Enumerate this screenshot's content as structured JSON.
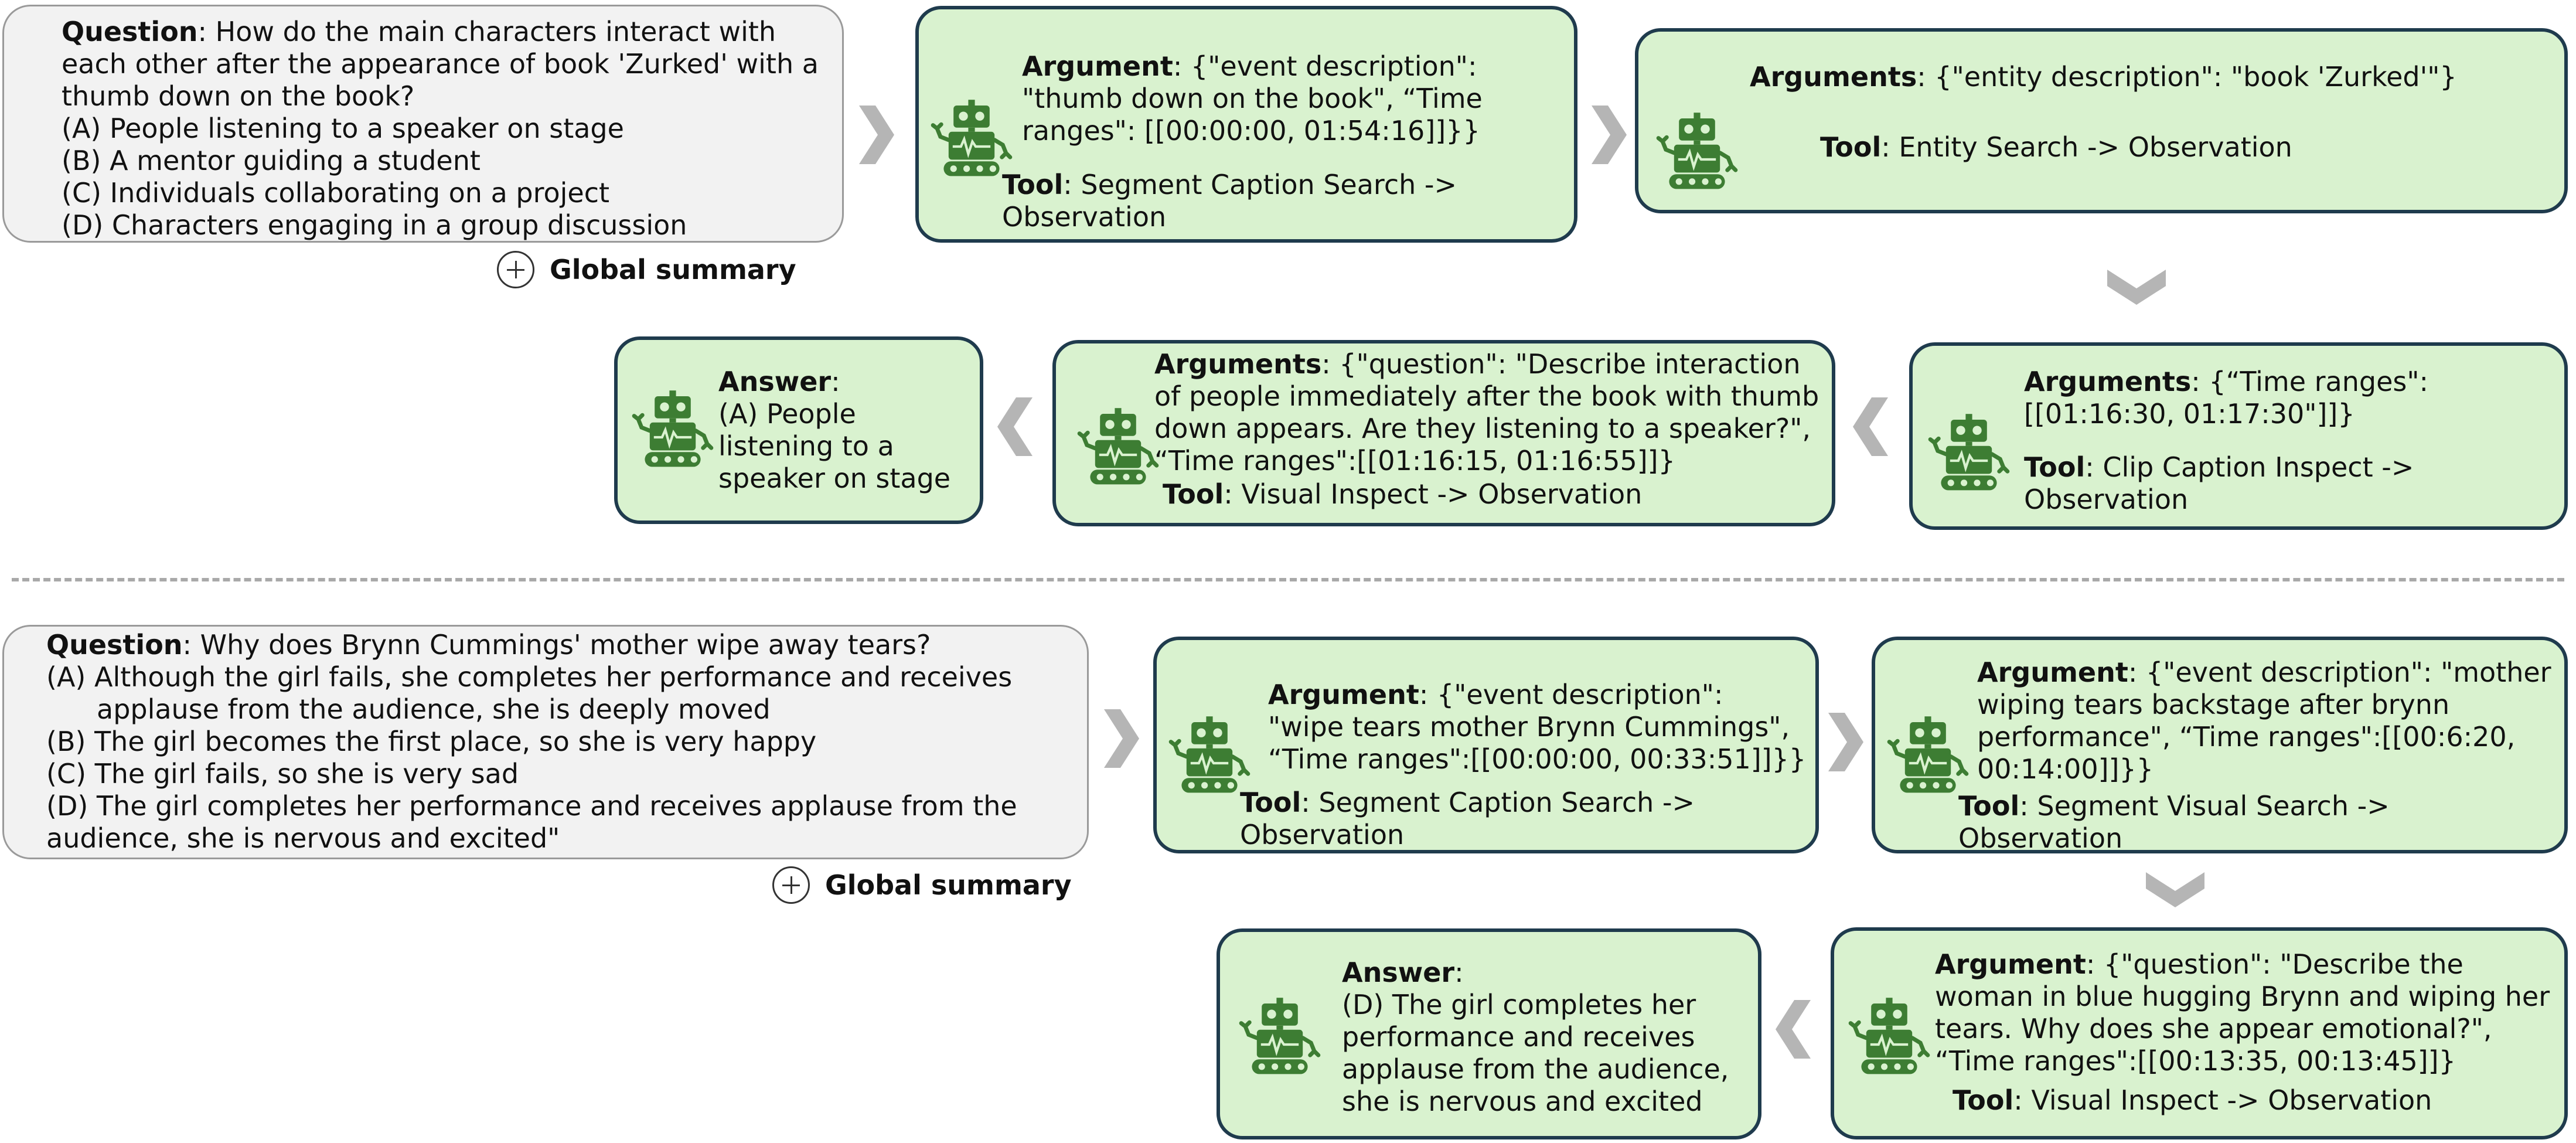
{
  "colors": {
    "step_fill": "#d9f2cf",
    "step_border": "#1f3b4d",
    "question_fill": "#f2f2f2",
    "robot": "#3d7d33",
    "chevron": "#b5b5b5"
  },
  "top": {
    "question": {
      "label": "Question",
      "text": ": How do the main characters interact with each other after the appearance of book 'Zurked' with a thumb down on the book?",
      "options": [
        "(A) People listening to a speaker on stage",
        "(B) A mentor guiding a student",
        "(C) Individuals collaborating on a project",
        "(D) Characters engaging in a group discussion"
      ]
    },
    "global_summary": "Global summary",
    "step1": {
      "arg_label": "Argument",
      "arg_text": ": {\"event description\": \"thumb down on the book\", “Time ranges\": [[00:00:00, 01:54:16]]}}",
      "tool_label": "Tool",
      "tool_text": ": Segment Caption Search -> Observation"
    },
    "step2": {
      "arg_label": "Arguments",
      "arg_text": ": {\"entity description\": \"book 'Zurked'\"}",
      "tool_label": "Tool",
      "tool_text": ": Entity Search -> Observation"
    },
    "step3": {
      "arg_label": "Arguments",
      "arg_text": ": {“Time ranges\":[[01:16:30,  01:17:30\"]]}",
      "tool_label": "Tool",
      "tool_text": ": Clip Caption Inspect -> Observation"
    },
    "step4": {
      "arg_label": "Arguments",
      "arg_text": ": {\"question\": \"Describe interaction of people immediately after the book with thumb down appears. Are they listening to a speaker?\", “Time ranges\":[[01:16:15, 01:16:55]]}",
      "tool_label": "Tool",
      "tool_text": ": Visual Inspect -> Observation"
    },
    "answer": {
      "label": "Answer",
      "label_suffix": ":",
      "text": "(A) People listening to a speaker on stage"
    }
  },
  "bottom": {
    "question": {
      "label": "Question",
      "text": ": Why does Brynn Cummings' mother wipe away tears?",
      "options": [
        "(A) Although the girl fails, she completes her performance and receives applause from the audience, she is deeply moved",
        "(B) The girl becomes the first place, so she is very happy",
        "(C) The girl fails, so she is very sad",
        "(D) The girl completes her performance and receives applause from the audience, she is nervous and excited\""
      ]
    },
    "global_summary": "Global summary",
    "step1": {
      "arg_label": "Argument",
      "arg_text": ": {\"event description\": \"wipe tears mother Brynn Cummings\", “Time ranges\":[[00:00:00, 00:33:51]]}}",
      "tool_label": "Tool",
      "tool_text": ": Segment Caption Search -> Observation"
    },
    "step2": {
      "arg_label": "Argument",
      "arg_text": ": {\"event description\": \"mother wiping tears backstage after brynn performance\", “Time ranges\":[[00:6:20, 00:14:00]]}}",
      "tool_label": "Tool",
      "tool_text": ": Segment Visual Search -> Observation"
    },
    "step3": {
      "arg_label": "Argument",
      "arg_text": ": {\"question\": \"Describe the woman in blue hugging Brynn and wiping her tears. Why does she appear emotional?\", “Time ranges\":[[00:13:35, 00:13:45]]}",
      "tool_label": "Tool",
      "tool_text": ": Visual Inspect -> Observation"
    },
    "answer": {
      "label": "Answer",
      "label_suffix": ":",
      "text": "(D) The girl completes her performance and receives applause from the audience, she is nervous and excited"
    }
  }
}
